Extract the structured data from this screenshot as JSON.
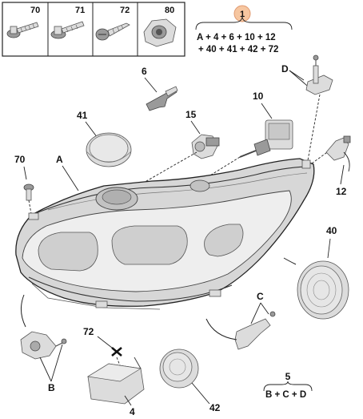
{
  "screws_box": {
    "items": [
      {
        "label": "70",
        "icon": "screw-flange-icon"
      },
      {
        "label": "71",
        "icon": "screw-washer-icon"
      },
      {
        "label": "72",
        "icon": "screw-tapping-icon"
      },
      {
        "label": "80",
        "icon": "nut-clip-icon"
      }
    ]
  },
  "kit": {
    "badge": "1",
    "badge_color": "#f6c6a0",
    "formula_line1": "A + 4 + 6 + 10 + 12",
    "formula_line2": "+ 40 + 41 + 42 + 72"
  },
  "callouts": {
    "c6": "6",
    "c41": "41",
    "c15": "15",
    "c10": "10",
    "cD": "D",
    "c70": "70",
    "cA": "A",
    "c12": "12",
    "c40": "40",
    "cC": "C",
    "c72": "72",
    "cB": "B",
    "c4": "4",
    "c42": "42"
  },
  "kit5": {
    "label": "5",
    "formula": "B + C + D"
  }
}
